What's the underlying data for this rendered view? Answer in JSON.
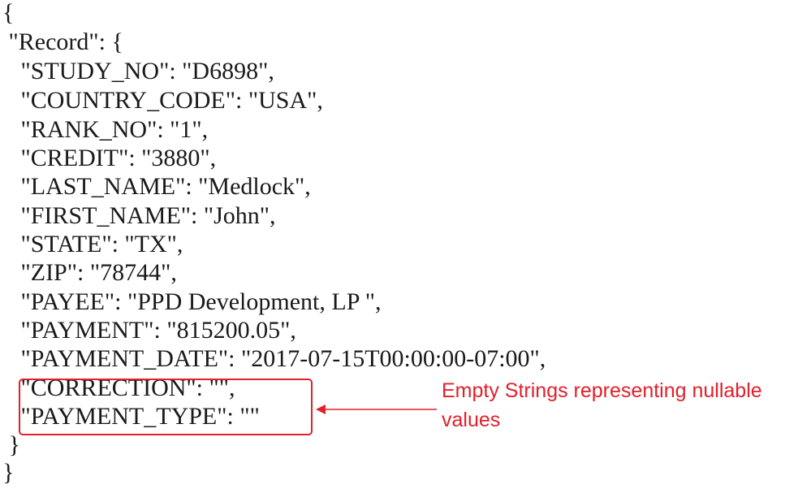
{
  "document": {
    "lines": [
      "{",
      " \"Record\": {",
      "   \"STUDY_NO\": \"D6898\",",
      "   \"COUNTRY_CODE\": \"USA\",",
      "   \"RANK_NO\": \"1\",",
      "   \"CREDIT\": \"3880\",",
      "   \"LAST_NAME\": \"Medlock\",",
      "   \"FIRST_NAME\": \"John\",",
      "   \"STATE\": \"TX\",",
      "   \"ZIP\": \"78744\",",
      "   \"PAYEE\": \"PPD Development, LP \",",
      "   \"PAYMENT\": \"815200.05\",",
      "   \"PAYMENT_DATE\": \"2017-07-15T00:00:00-07:00\",",
      "   \"CORRECTION\": \"\",",
      "   \"PAYMENT_TYPE\": \"\"",
      " }",
      "}"
    ]
  },
  "annotation": {
    "text": "Empty Strings representing nullable values",
    "color": "#e0202a"
  }
}
